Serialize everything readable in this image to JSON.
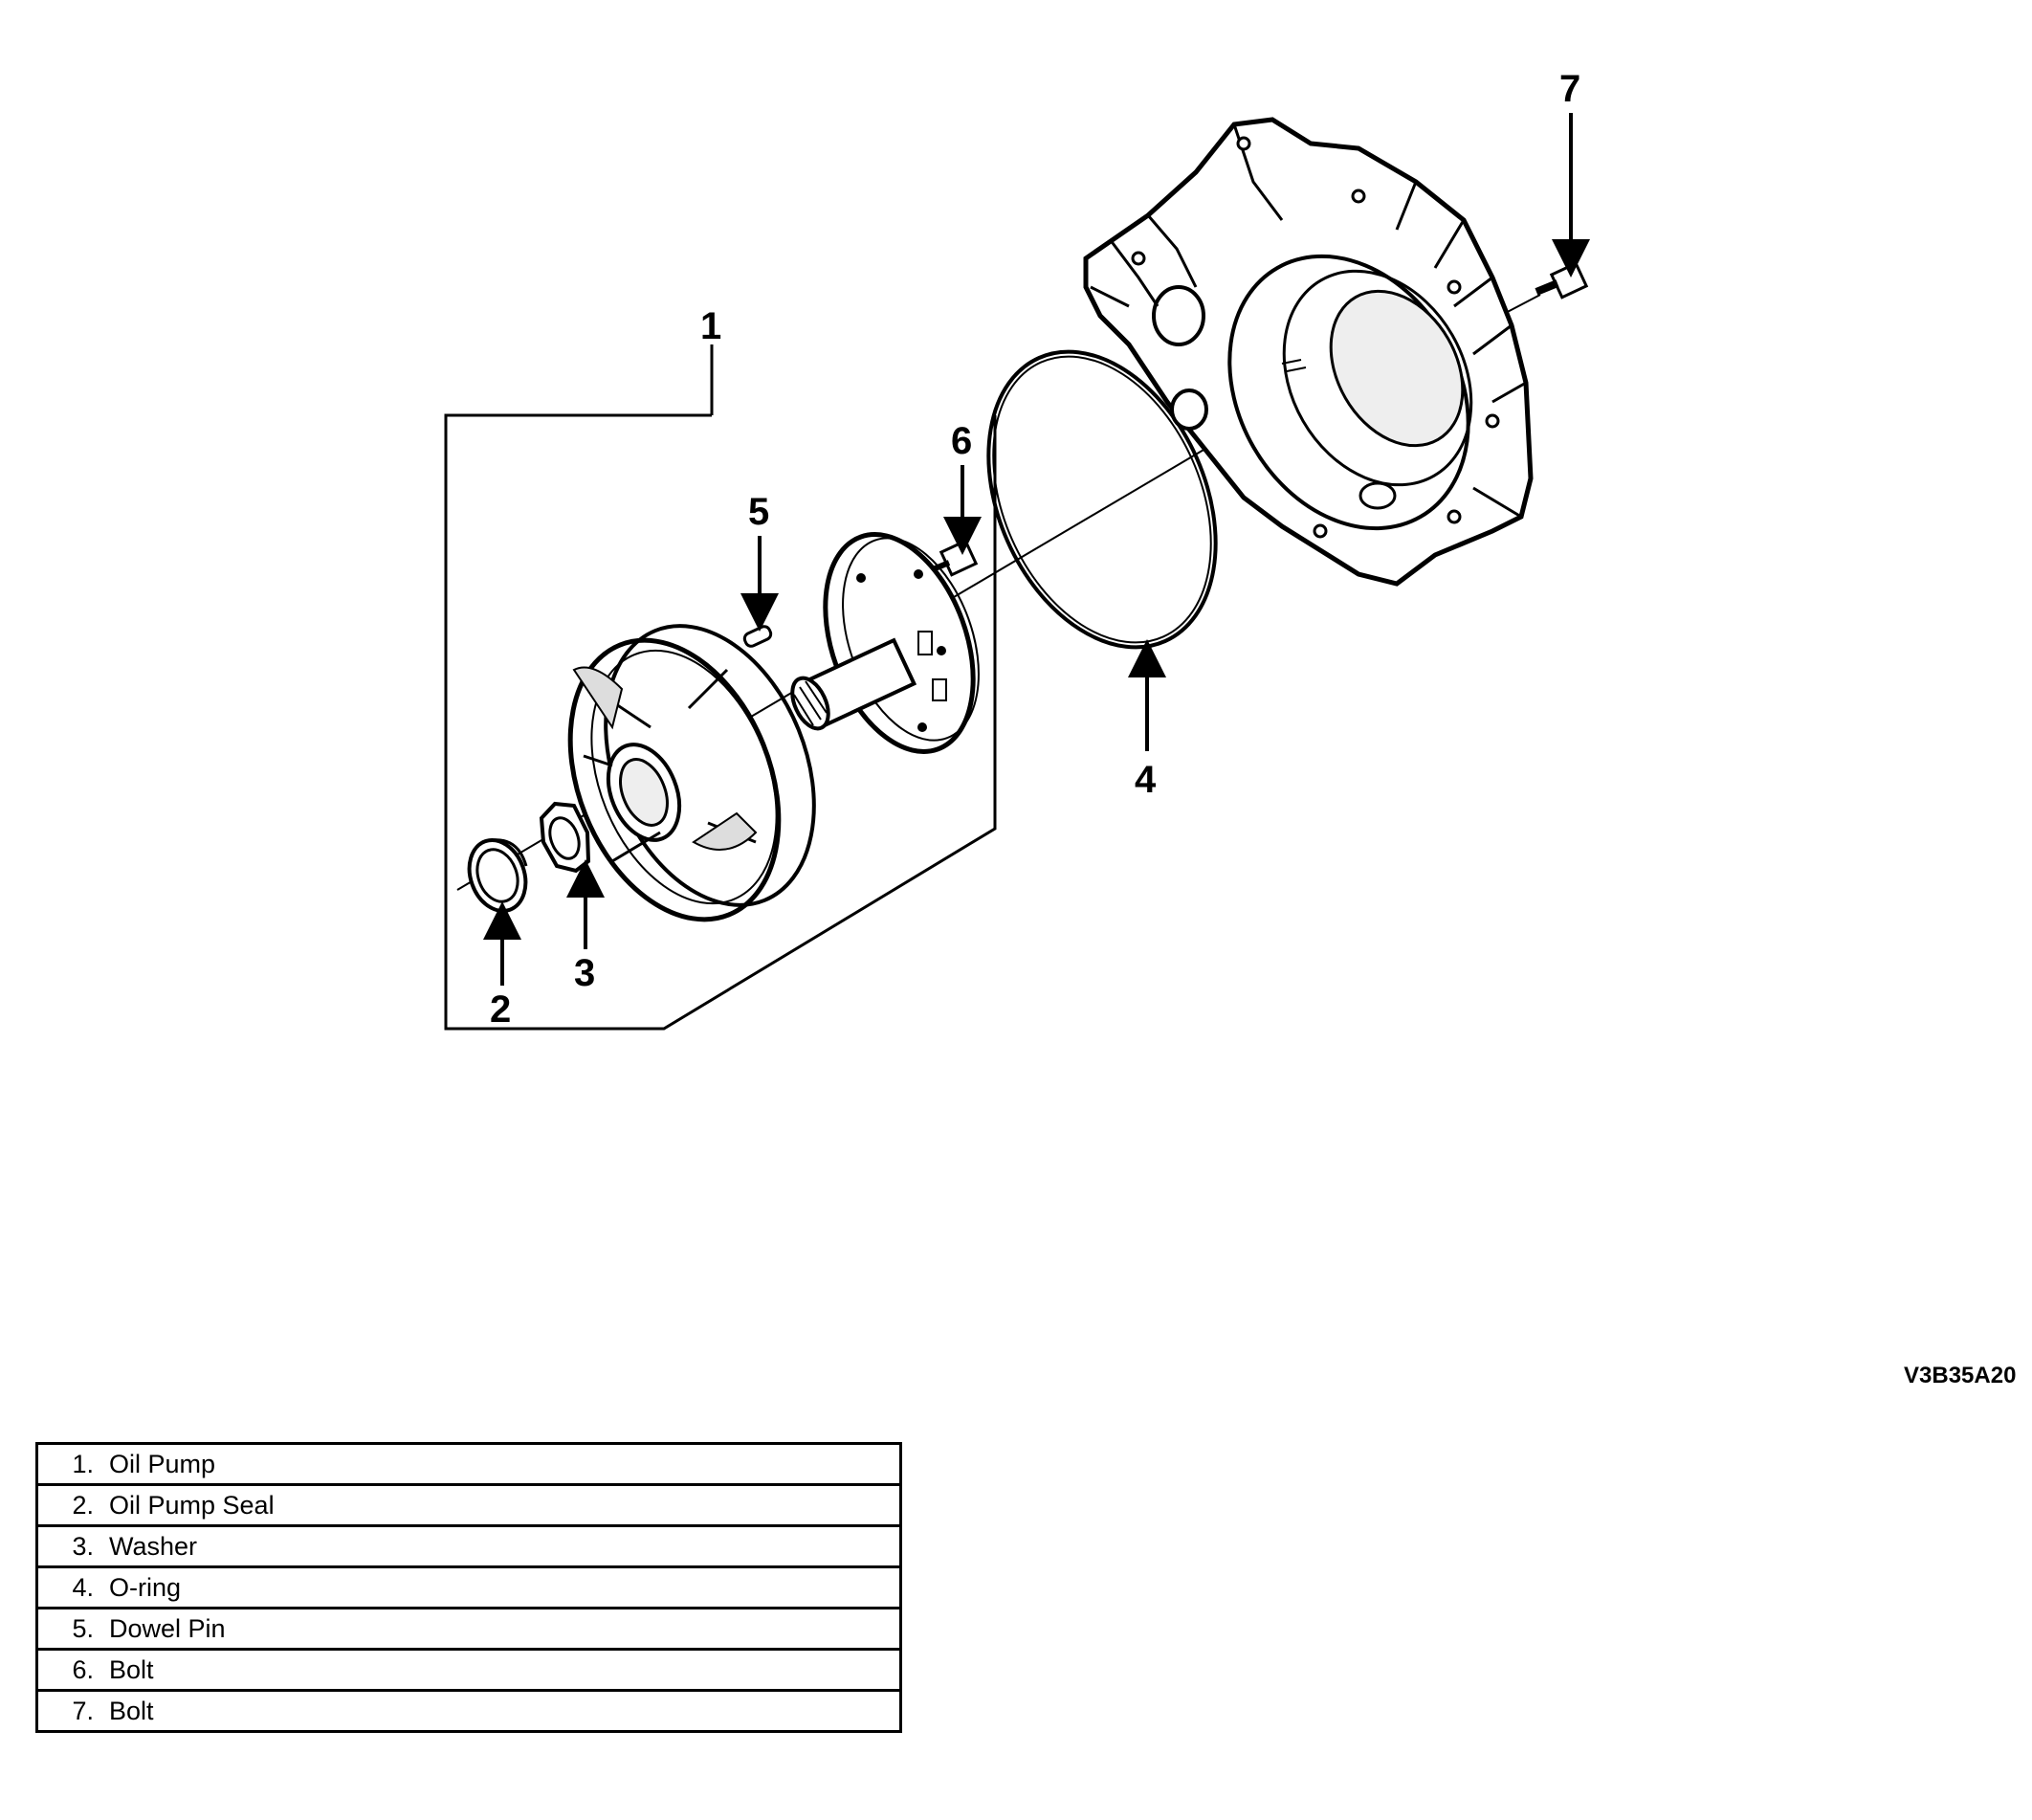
{
  "diagram": {
    "callouts": {
      "c1": "1",
      "c2": "2",
      "c3": "3",
      "c4": "4",
      "c5": "5",
      "c6": "6",
      "c7": "7"
    },
    "figure_code": "V3B35A20"
  },
  "legend": {
    "items": [
      {
        "num": "1.",
        "name": "Oil Pump"
      },
      {
        "num": "2.",
        "name": "Oil Pump Seal"
      },
      {
        "num": "3.",
        "name": "Washer"
      },
      {
        "num": "4.",
        "name": "O-ring"
      },
      {
        "num": "5.",
        "name": "Dowel Pin"
      },
      {
        "num": "6.",
        "name": "Bolt"
      },
      {
        "num": "7.",
        "name": "Bolt"
      }
    ]
  }
}
